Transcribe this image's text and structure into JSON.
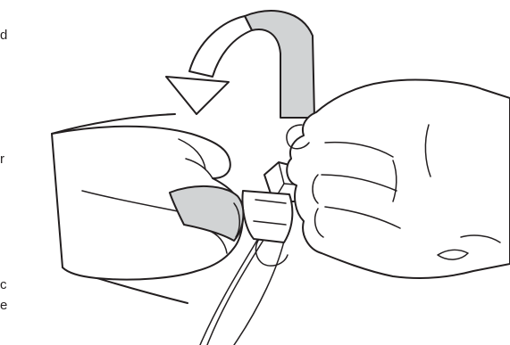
{
  "margin_text": [
    {
      "id": "frag-1",
      "text": "d"
    },
    {
      "id": "frag-2",
      "text": "r"
    },
    {
      "id": "frag-3",
      "text": "c"
    },
    {
      "id": "frag-4",
      "text": "e"
    }
  ],
  "colors": {
    "line": "#231f20",
    "shade": "#d1d3d4",
    "background": "#ffffff"
  },
  "icons": {
    "rotation": "counter-clockwise-rotation-arrow-icon"
  }
}
